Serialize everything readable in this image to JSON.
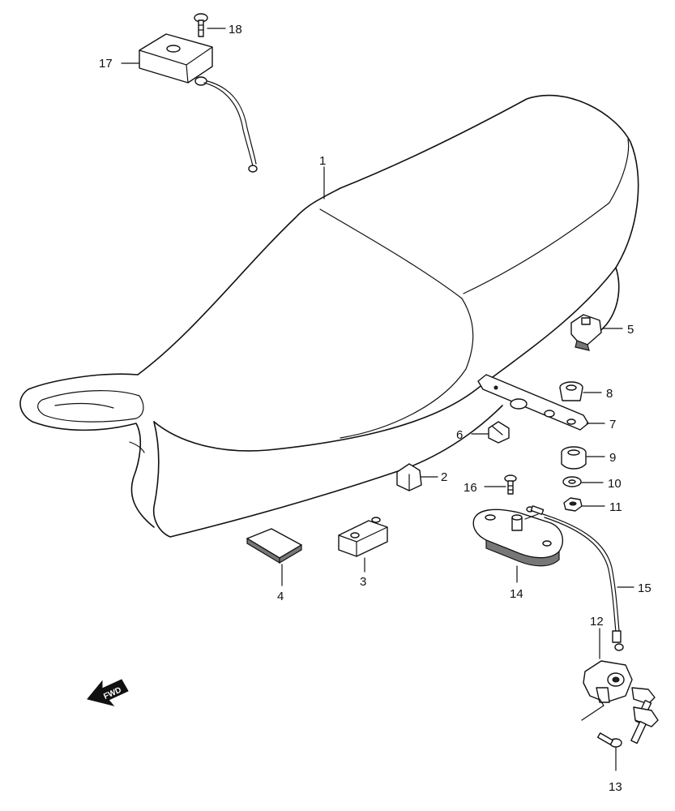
{
  "diagram": {
    "callouts": {
      "c1": "1",
      "c2": "2",
      "c3": "3",
      "c4": "4",
      "c5": "5",
      "c6": "6",
      "c7": "7",
      "c8": "8",
      "c9": "9",
      "c10": "10",
      "c11": "11",
      "c12": "12",
      "c13": "13",
      "c14": "14",
      "c15": "15",
      "c16": "16",
      "c17": "17",
      "c18": "18"
    },
    "direction_arrow": {
      "label": "FWD",
      "icon": "forward-arrow-icon"
    }
  }
}
